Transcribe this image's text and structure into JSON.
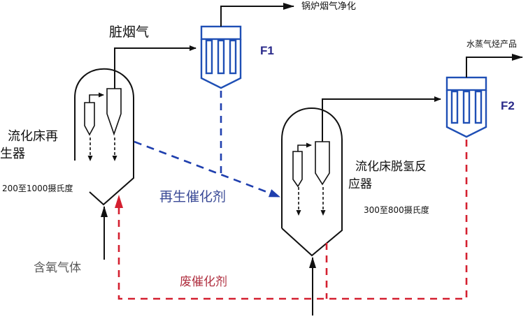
{
  "diagram": {
    "title": "流化床催化脱氢-再生工艺流程",
    "colors": {
      "process_line": "#111111",
      "filter": "#1f4fb5",
      "regenerated_catalyst": "#1f3fae",
      "spent_catalyst": "#d42030"
    },
    "units": {
      "regenerator": {
        "name": "流化床再生器",
        "name_line1": "流化床再",
        "name_line2": "生器",
        "temperature": "200至1000摄氏度"
      },
      "reactor": {
        "name": "流化床脱氢反应器",
        "name_line1": "流化床脱氢反",
        "name_line2": "应器",
        "temperature": "300至800摄氏度"
      },
      "filter_1": {
        "id": "F1"
      },
      "filter_2": {
        "id": "F2"
      }
    },
    "streams": {
      "dirty_flue_gas": "脏烟气",
      "boiler_flue_gas_cleaning": "锅炉烟气净化",
      "steam_hydrocarbon_product": "水蒸气烃产品",
      "regenerated_catalyst": "再生催化剂",
      "spent_catalyst": "废催化剂",
      "oxygen_containing_gas": "含氧气体"
    }
  }
}
